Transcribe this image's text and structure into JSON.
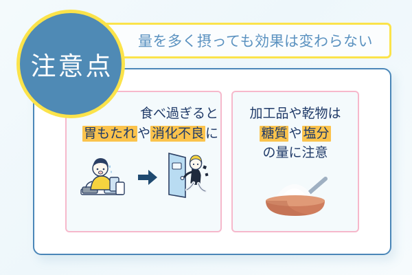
{
  "colors": {
    "background": "#f2f8fb",
    "badge_fill": "#4f8ab5",
    "badge_border": "#fbe34a",
    "banner_border": "#fbe34a",
    "banner_text": "#5b92c0",
    "main_border": "#4a86b8",
    "card_border": "#f6b8cb",
    "card_fill": "#f4fafc",
    "card_text": "#1f3a68",
    "highlight": "#fbc34c",
    "arrow": "#1f4a70"
  },
  "badge": {
    "label": "注意点",
    "icon": "circle-badge"
  },
  "header": {
    "text": "量を多く摂っても効果は変わらない"
  },
  "cards": [
    {
      "id": "overeating",
      "line1": "食べ過ぎると",
      "line2_a": "胃もたれ",
      "line2_b": "や",
      "line2_c": "消化不良",
      "line2_d": "に",
      "illustration": {
        "left_icon": "person-eating-icon",
        "arrow_icon": "arrow-right-icon",
        "right_icon": "person-rushing-to-toilet-door-icon"
      }
    },
    {
      "id": "processed-foods",
      "line1": "加工品や乾物は",
      "line2_a": "糖質",
      "line2_b": "や",
      "line2_c": "塩分",
      "line3": "の量に注意",
      "illustration": {
        "icon": "bowl-of-salt-with-spoon-icon"
      }
    }
  ]
}
